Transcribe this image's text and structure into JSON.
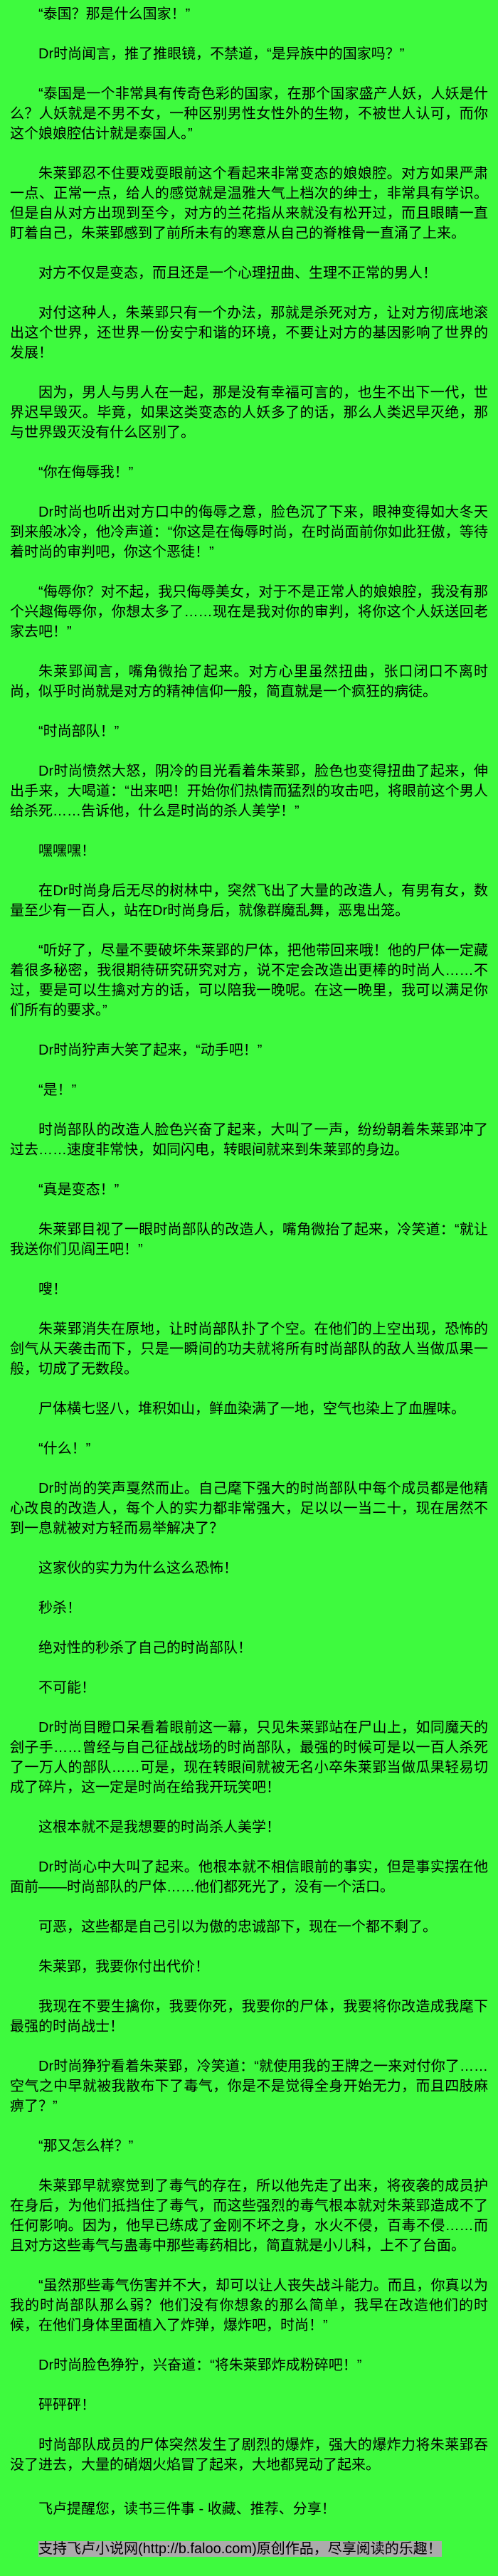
{
  "page": {
    "background_color": "#3EFA3E",
    "text_color": "#000000",
    "highlight_color": "#ABABAB"
  },
  "reader": {
    "paragraphs": [
      "“泰国？那是什么国家！”",
      "Dr时尚闻言，推了推眼镜，不禁道，“是异族中的国家吗？”",
      "“泰国是一个非常具有传奇色彩的国家，在那个国家盛产人妖，人妖是什么？人妖就是不男不女，一种区别男性女性外的生物，不被世人认可，而你这个娘娘腔估计就是泰国人。”",
      "朱莱郢忍不住要戏耍眼前这个看起来非常变态的娘娘腔。对方如果严肃一点、正常一点，给人的感觉就是温雅大气上档次的绅士，非常具有学识。但是自从对方出现到至今，对方的兰花指从来就没有松开过，而且眼睛一直盯着自己，朱莱郢感到了前所未有的寒意从自己的脊椎骨一直涌了上来。",
      "对方不仅是变态，而且还是一个心理扭曲、生理不正常的男人！",
      "对付这种人，朱莱郢只有一个办法，那就是杀死对方，让对方彻底地滚出这个世界，还世界一份安宁和谐的环境，不要让对方的基因影响了世界的发展！",
      "因为，男人与男人在一起，那是没有幸福可言的，也生不出下一代，世界迟早毁灭。毕竟，如果这类变态的人妖多了的话，那么人类迟早灭绝，那与世界毁灭没有什么区别了。",
      "“你在侮辱我！”",
      "Dr时尚也听出对方口中的侮辱之意，脸色沉了下来，眼神变得如大冬天到来般冰冷，他冷声道：“你这是在侮辱时尚，在时尚面前你如此狂傲，等待着时尚的审判吧，你这个恶徒！”",
      "“侮辱你？对不起，我只侮辱美女，对于不是正常人的娘娘腔，我没有那个兴趣侮辱你，你想太多了……现在是我对你的审判，将你这个人妖送回老家去吧！”",
      "朱莱郢闻言，嘴角微抬了起来。对方心里虽然扭曲，张口闭口不离时尚，似乎时尚就是对方的精神信仰一般，简直就是一个疯狂的病徒。",
      "“时尚部队！”",
      "Dr时尚愤然大怒，阴冷的目光看着朱莱郢，脸色也变得扭曲了起来，伸出手来，大喝道：“出来吧！开始你们热情而猛烈的攻击吧，将眼前这个男人给杀死……告诉他，什么是时尚的杀人美学！”",
      "嘿嘿嘿！",
      "在Dr时尚身后无尽的树林中，突然飞出了大量的改造人，有男有女，数量至少有一百人，站在Dr时尚身后，就像群魔乱舞，恶鬼出笼。",
      "“听好了，尽量不要破坏朱莱郢的尸体，把他带回来哦！他的尸体一定藏着很多秘密，我很期待研究研究对方，说不定会改造出更棒的时尚人……不过，要是可以生擒对方的话，可以陪我一晚呢。在这一晚里，我可以满足你们所有的要求。”",
      "Dr时尚狞声大笑了起来，“动手吧！”",
      "“是！”",
      "时尚部队的改造人脸色兴奋了起来，大叫了一声，纷纷朝着朱莱郢冲了过去……速度非常快，如同闪电，转眼间就来到朱莱郢的身边。",
      "“真是变态！”",
      "朱莱郢目视了一眼时尚部队的改造人，嘴角微抬了起来，冷笑道：“就让我送你们见阎王吧！”",
      "嗖！",
      "朱莱郢消失在原地，让时尚部队扑了个空。在他们的上空出现，恐怖的剑气从天袭击而下，只是一瞬间的功夫就将所有时尚部队的敌人当做瓜果一般，切成了无数段。",
      "尸体横七竖八，堆积如山，鲜血染满了一地，空气也染上了血腥味。",
      "“什么！”",
      "Dr时尚的笑声戛然而止。自己麾下强大的时尚部队中每个成员都是他精心改良的改造人，每个人的实力都非常强大，足以以一当二十，现在居然不到一息就被对方轻而易举解决了？",
      "这家伙的实力为什么这么恐怖！",
      "秒杀！",
      "绝对性的秒杀了自己的时尚部队！",
      "不可能！",
      "Dr时尚目瞪口呆看着眼前这一幕，只见朱莱郢站在尸山上，如同魔天的刽子手……曾经与自己征战战场的时尚部队，最强的时候可是以一百人杀死了一万人的部队……可是，现在转眼间就被无名小卒朱莱郢当做瓜果轻易切成了碎片，这一定是时尚在给我开玩笑吧！",
      "这根本就不是我想要的时尚杀人美学！",
      "Dr时尚心中大叫了起来。他根本就不相信眼前的事实，但是事实摆在他面前——时尚部队的尸体……他们都死光了，没有一个活口。",
      "可恶，这些都是自己引以为傲的忠诚部下，现在一个都不剩了。",
      "朱莱郢，我要你付出代价！",
      "我现在不要生擒你，我要你死，我要你的尸体，我要将你改造成我麾下最强的时尚战士！",
      "Dr时尚狰狞看着朱莱郢，冷笑道：“就使用我的王牌之一来对付你了……空气之中早就被我散布下了毒气，你是不是觉得全身开始无力，而且四肢麻痹了？”",
      "“那又怎么样？”",
      "朱莱郢早就察觉到了毒气的存在，所以他先走了出来，将夜袭的成员护在身后，为他们抵挡住了毒气，而这些强烈的毒气根本就对朱莱郢造成不了任何影响。因为，他早已练成了金刚不坏之身，水火不侵，百毒不侵……而且对方这些毒气与蛊毒中那些毒药相比，简直就是小儿科，上不了台面。",
      "“虽然那些毒气伤害并不大，却可以让人丧失战斗能力。而且，你真以为我的时尚部队那么弱？他们没有你想象的那么简单，我早在改造他们的时候，在他们身体里面植入了炸弹，爆炸吧，时尚！”",
      "Dr时尚脸色狰狞，兴奋道：“将朱莱郢炸成粉碎吧！”",
      "砰砰砰！",
      "时尚部队成员的尸体突然发生了剧烈的爆炸，强大的爆炸力将朱莱郢吞没了进去，大量的硝烟火焰冒了起来，大地都晃动了起来。"
    ]
  },
  "footer": {
    "reminder": "飞卢提醒您，读书三件事 - 收藏、推荐、分享！",
    "support": "支持飞卢小说网(http://b.faloo.com)原创作品，尽享阅读的乐趣！"
  }
}
